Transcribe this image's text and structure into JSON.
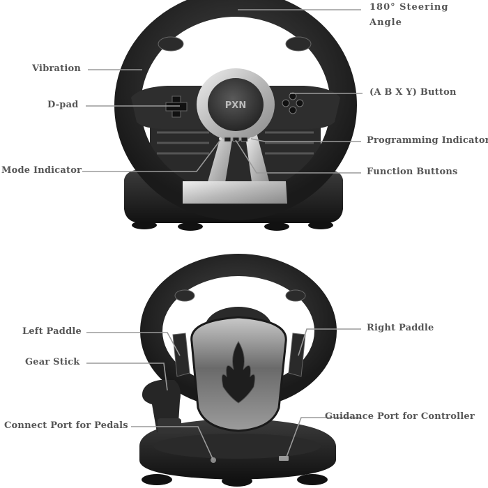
{
  "top_view": {
    "hub_logo": "PXN",
    "labels": {
      "steering_angle_line1": "180°  Steering",
      "steering_angle_line2": "Angle",
      "vibration": "Vibration",
      "dpad": "D-pad",
      "abxy": "(A B X Y) Button",
      "programming": "Programming Indicator",
      "mode": "Mode Indicator",
      "function": "Function Buttons"
    }
  },
  "back_view": {
    "labels": {
      "left_paddle": "Left Paddle",
      "right_paddle": "Right Paddle",
      "gear_stick": "Gear Stick",
      "pedal_port": "Connect Port for Pedals",
      "guidance_port": "Guidance Port for Controller"
    }
  },
  "colors": {
    "leader_line": "#9a9a9a",
    "label_text": "#555555",
    "body_dark": "#1e1e1e",
    "body_mid": "#3a3a3a",
    "silver": "#c8c8c8"
  }
}
